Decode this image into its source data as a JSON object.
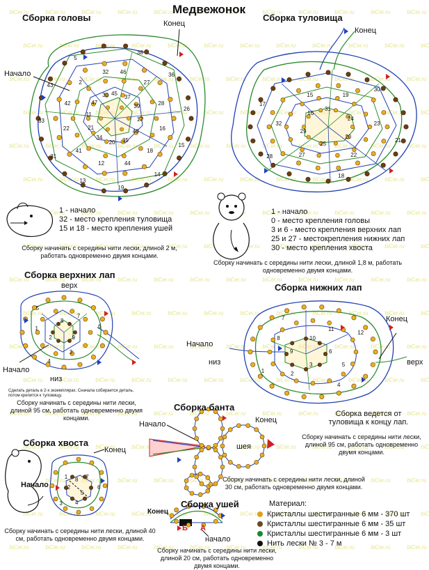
{
  "title": "Медвежонок",
  "head": {
    "heading": "Сборка головы",
    "end": "Конец",
    "start": "Начало",
    "legend": [
      "1 - начало",
      "32 - место крепления туловища",
      "15 и 18 - место крепления ушей"
    ],
    "note": "Сборку начинать с середины нити лески, длиной 2 м, работать одновременно двумя концами.",
    "numbers": [
      "45",
      "46",
      "38",
      "37",
      "27",
      "36",
      "39",
      "28",
      "26",
      "17",
      "16",
      "15",
      "40",
      "18",
      "14",
      "35",
      "44",
      "19",
      "20",
      "12",
      "13",
      "34",
      "41",
      "31",
      "21",
      "22",
      "33",
      "11",
      "42",
      "43",
      "47",
      "2",
      "5",
      "30",
      "32"
    ]
  },
  "body": {
    "heading": "Сборка туловища",
    "end": "Конец",
    "legend": [
      "1 - начало",
      "0 - место крепления головы",
      "3 и 6 - место крепления верхних лап",
      "25 и 27 - местокрепления нижних лап",
      "30 - место крепления хвоста"
    ],
    "note": "Сборку начинать с середины нити лески, длиной 1,8 м, работать одновременно двумя концами.",
    "numbers": [
      "31",
      "19",
      "30",
      "24",
      "23",
      "21",
      "20",
      "22",
      "18",
      "25",
      "27",
      "28",
      "29",
      "32",
      "17",
      "16",
      "15"
    ]
  },
  "upper_paws": {
    "heading": "Сборка верхних лап",
    "top": "верх",
    "start": "Начало",
    "bottom": "низ",
    "small_note": "Сделать деталь в 2-х экземплярах. Сначала собирается деталь, потом крепится к туловищу.",
    "note": "Сборку начинать с середины нити лески, длиной 95 см, работать одновременно двумя концами.",
    "numbers": [
      "8",
      "7",
      "6",
      "9",
      "3",
      "4",
      "2",
      "1",
      "5"
    ]
  },
  "lower_paws": {
    "heading": "Сборка нижних лап",
    "end": "Конец",
    "start": "Начало",
    "bottom": "низ",
    "top": "верх",
    "remark": "Сборка ведется от туловища к концу лап.",
    "note": "Сборку начинать с середины нити лески, длиной 95 см, работать одновременно двумя концами.",
    "numbers": [
      "10",
      "11",
      "12",
      "6",
      "5",
      "4",
      "3",
      "2",
      "1",
      "9",
      "8",
      "7"
    ]
  },
  "bow": {
    "heading": "Сборка банта",
    "start": "Начало",
    "end": "Конец",
    "neck": "шея",
    "note": "Сборку начинать с середины нити лески, длиной 30 см, работать одновременно двумя концами."
  },
  "tail": {
    "heading": "Сборка хвоста",
    "end": "Конец",
    "start": "Начало",
    "note": "Сборку начинать с середины нити лески, длиной 40 см, работать одновременно двумя концами.",
    "numbers": [
      "8",
      "7",
      "6",
      "5",
      "4",
      "3",
      "2",
      "1"
    ]
  },
  "ears": {
    "heading": "Сборка ушей",
    "end": "Конец",
    "start": "начало",
    "b_label": "Б",
    "a_label": "А",
    "note": "Сборку начинать с середины нити лески, длиной 20 см, работать одновременно двумя концами."
  },
  "materials": {
    "heading": "Материал:",
    "items": [
      {
        "text": "Кристаллы шестигранные 6 мм - 370 шт",
        "color": "#e0a020"
      },
      {
        "text": "Кристаллы шестигранные 6 мм - 35 шт",
        "color": "#6b4a20"
      },
      {
        "text": "Кристаллы шестигранные 6 мм - 3 шт",
        "color": "#1a8a30"
      },
      {
        "text": "Нить лески № 3 - 7 м",
        "color": "#111111"
      }
    ]
  },
  "watermark": "biCer.ru",
  "colors": {
    "bead": "#e8b020",
    "bead_dark": "#6b3f10",
    "line_green": "#2a8a2a",
    "line_blue": "#2040b0",
    "arrow_red": "#d02020",
    "arrow_blue": "#2040c0",
    "watermark": "#e4e48a"
  }
}
